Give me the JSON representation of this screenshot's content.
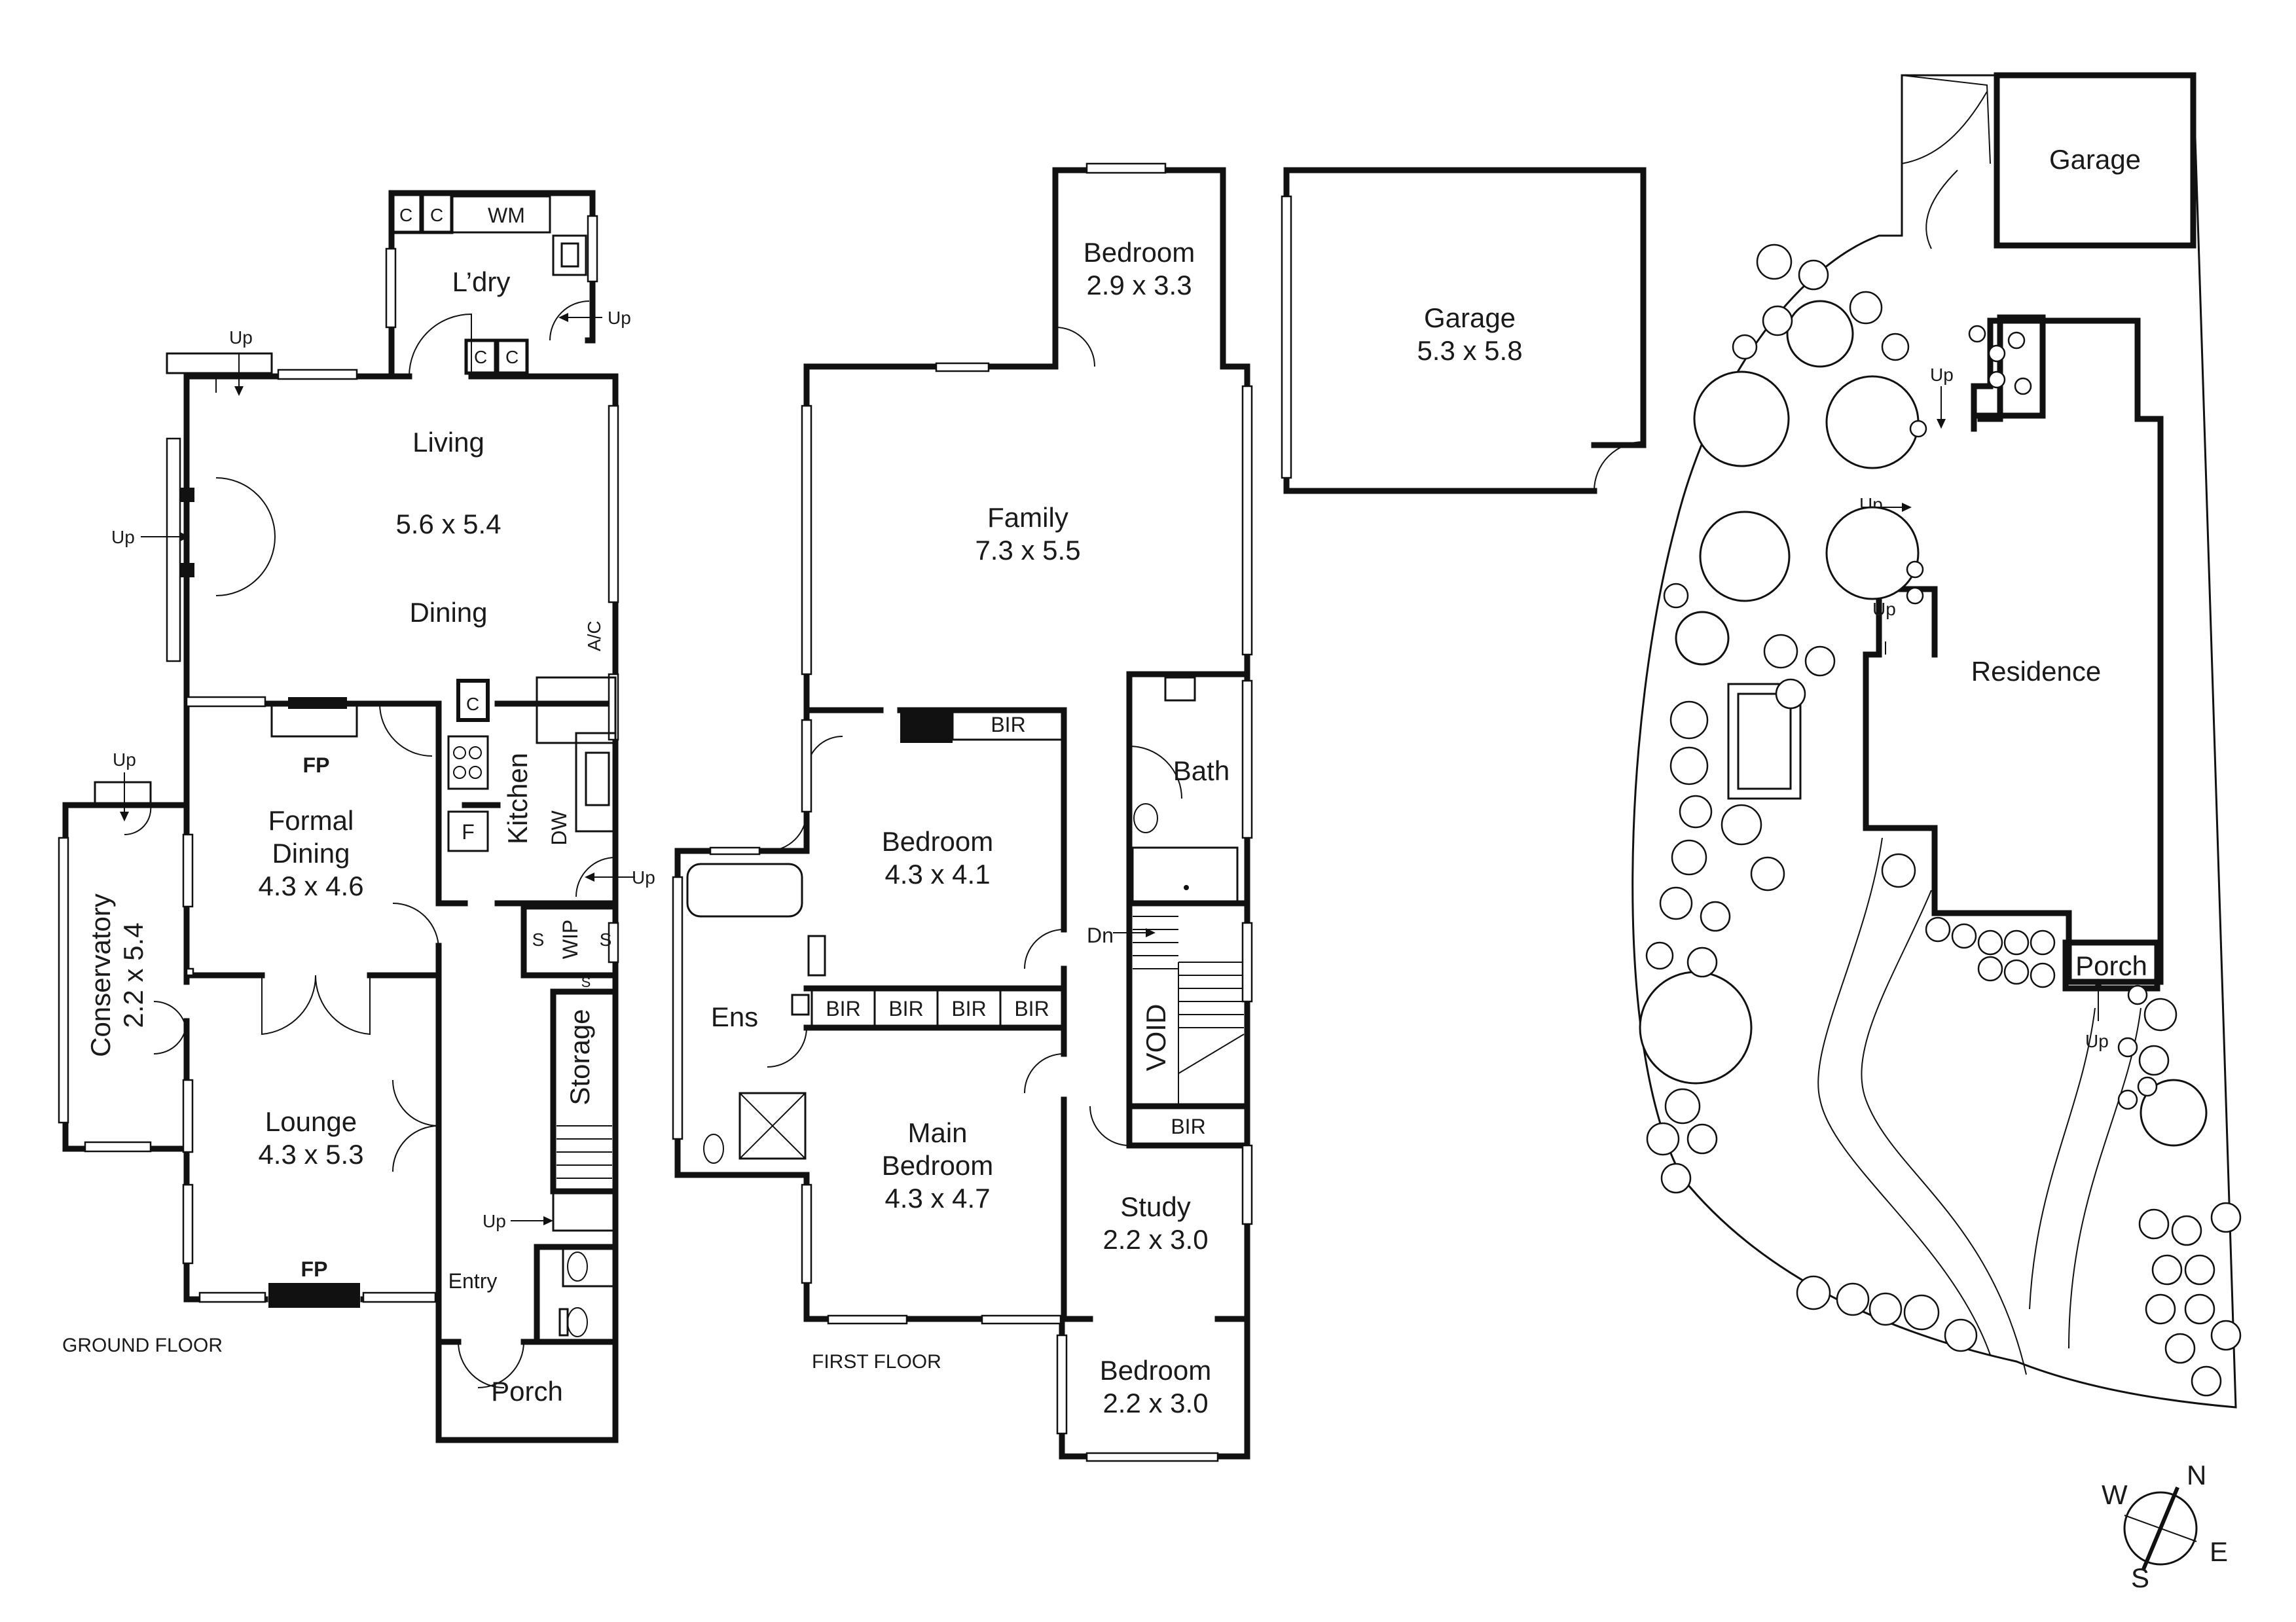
{
  "ground_floor": {
    "caption": "GROUND FLOOR",
    "laundry": {
      "name": "L’dry",
      "c1": "C",
      "c2": "C",
      "wm": "WM",
      "c3": "C",
      "c4": "C"
    },
    "living": {
      "name": "Living",
      "dim": "5.6 x 5.4",
      "dining": "Dining",
      "ac": "A/C"
    },
    "formal_dining": {
      "name1": "Formal",
      "name2": "Dining",
      "dim": "4.3 x 4.6",
      "fp": "FP"
    },
    "kitchen": {
      "name": "Kitchen",
      "dw": "DW",
      "f": "F",
      "c": "C"
    },
    "conservatory": {
      "name": "Conservatory",
      "dim": "2.2 x 5.4"
    },
    "lounge": {
      "name": "Lounge",
      "dim": "4.3 x 5.3",
      "fp": "FP"
    },
    "wip": {
      "name": "WIP",
      "s1": "S",
      "s2": "S",
      "s3": "S"
    },
    "storage": "Storage",
    "entry": "Entry",
    "porch": "Porch",
    "up": "Up"
  },
  "first_floor": {
    "caption": "FIRST FLOOR",
    "bedroom_top": {
      "name": "Bedroom",
      "dim": "2.9 x 3.3"
    },
    "family": {
      "name": "Family",
      "dim": "7.3 x 5.5"
    },
    "bedroom_mid": {
      "name": "Bedroom",
      "dim": "4.3 x 4.1"
    },
    "bath": "Bath",
    "ens": "Ens",
    "bir": "BIR",
    "void": "VOID",
    "dn": "Dn",
    "main_bedroom": {
      "name1": "Main",
      "name2": "Bedroom",
      "dim": "4.3 x 4.7"
    },
    "study": {
      "name": "Study",
      "dim": "2.2 x 3.0"
    },
    "bedroom_bottom": {
      "name": "Bedroom",
      "dim": "2.2 x 3.0"
    }
  },
  "garage": {
    "name": "Garage",
    "dim": "5.3 x 5.8"
  },
  "site_plan": {
    "garage": "Garage",
    "residence": "Residence",
    "porch": "Porch",
    "up": "Up"
  },
  "compass": {
    "n": "N",
    "e": "E",
    "s": "S",
    "w": "W"
  }
}
